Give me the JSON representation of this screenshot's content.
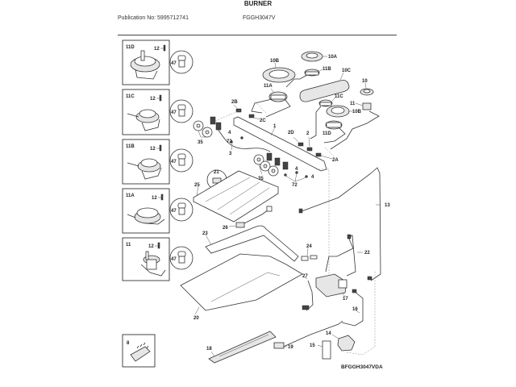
{
  "header": {
    "publication": "Publication No: 5995712741",
    "model": "FGGH3047V",
    "section_title": "BURNER"
  },
  "footer": {
    "diagram_code": "BFGGH3047VDA"
  },
  "inset_boxes": [
    {
      "label": "11D",
      "screw": "12",
      "cap": "47"
    },
    {
      "label": "11C",
      "screw": "12",
      "cap": "47"
    },
    {
      "label": "11B",
      "screw": "12",
      "cap": "47"
    },
    {
      "label": "11A",
      "screw": "12",
      "cap": "47"
    },
    {
      "label": "11",
      "screw": "12",
      "cap": "47"
    },
    {
      "label": "8"
    }
  ],
  "callouts": {
    "c1": "1",
    "c2": "2",
    "c2a": "2A",
    "c2b": "2B",
    "c2c": "2C",
    "c2d": "2D",
    "c3": "3",
    "c4a": "4",
    "c4b": "4",
    "c4c": "4",
    "c10": "10",
    "c10a": "10A",
    "c10b_left": "10B",
    "c10b_right": "10B",
    "c10c": "10C",
    "c11_right": "11",
    "c11a": "11A",
    "c11b": "11B",
    "c11c": "11C",
    "c11d": "11D",
    "c13": "13",
    "c14": "14",
    "c15": "15",
    "c16": "16",
    "c17": "17",
    "c18": "18",
    "c19": "19",
    "c20": "20",
    "c21": "21",
    "c22": "22",
    "c23": "23",
    "c24": "24",
    "c25": "25",
    "c26": "26",
    "c27": "27",
    "c35a": "35",
    "c35b": "35",
    "c72a": "72",
    "c72b": "72"
  }
}
